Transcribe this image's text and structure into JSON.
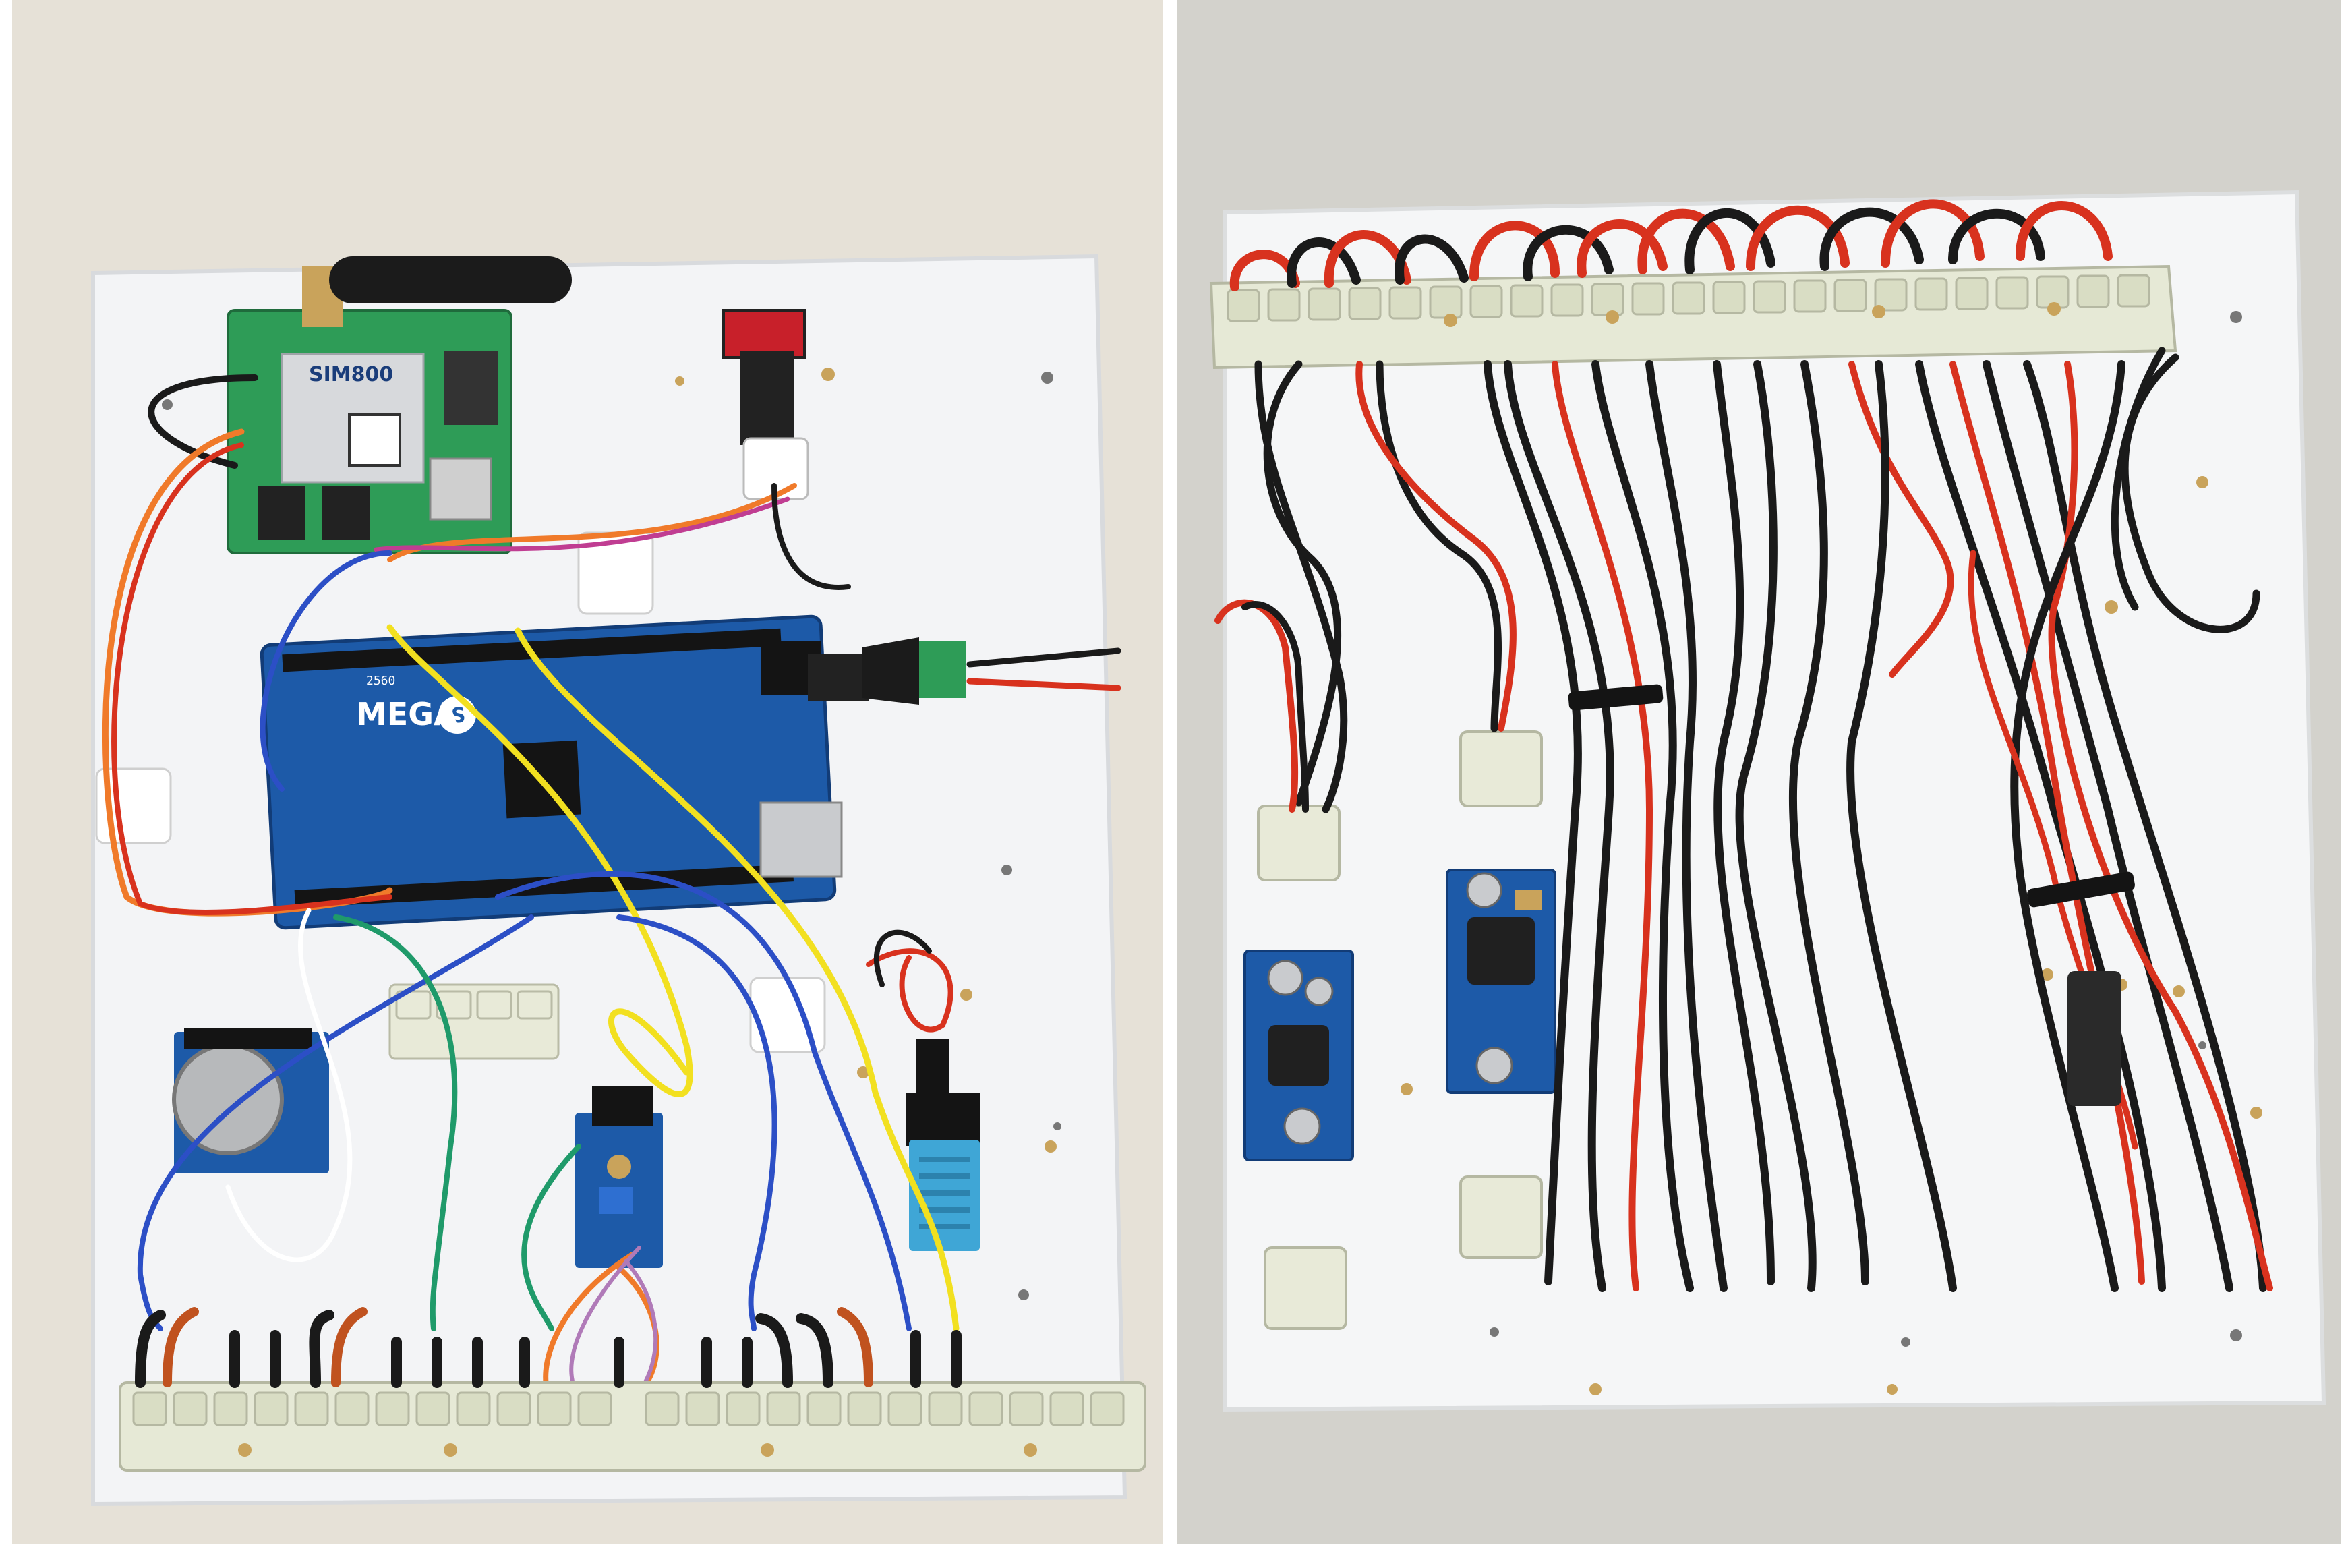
{
  "left_photo": {
    "gsm_module": {
      "chip": "SIM800"
    },
    "arduino": {
      "brand": "MEGA",
      "model": "2560",
      "logo": "S"
    }
  },
  "right_photo": {},
  "colors": {
    "background_left": "#e6e1d7",
    "background_right": "#d3d2cc",
    "board": "#f4f5f6",
    "wire_red": "#d8321e",
    "wire_black": "#1a1a1a",
    "wire_blue": "#2c4fc6",
    "wire_yellow": "#f2e020",
    "wire_orange": "#f07a2a",
    "wire_green": "#1f9a6a",
    "pcb_blue": "#1d5aa8",
    "pcb_green": "#2e9c57",
    "terminal": "#e8ead8"
  }
}
